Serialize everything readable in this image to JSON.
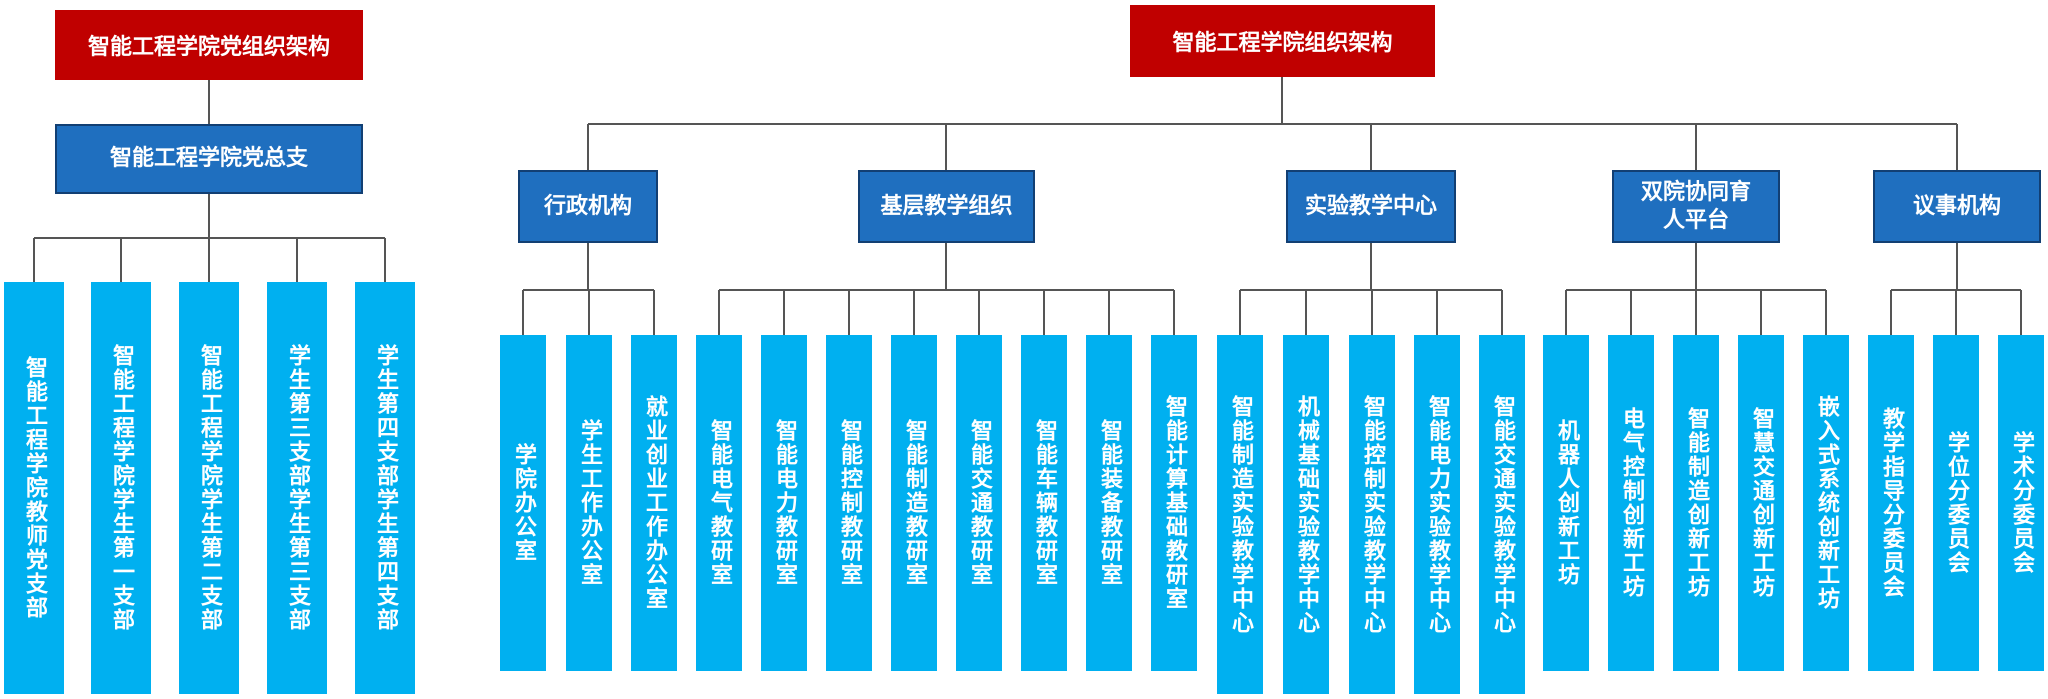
{
  "party": {
    "title": "智能工程学院党组织架构",
    "branch": "智能工程学院党总支",
    "units": [
      "智能工程学院教师党支部",
      "智能工程学院学生第一支部",
      "智能工程学院学生第二支部",
      "学生第三支部学生第三支部",
      "学生第四支部学生第四支部"
    ]
  },
  "org": {
    "title": "智能工程学院组织架构",
    "groups": [
      {
        "label": "行政机构",
        "children": [
          "学院办公室",
          "学生工作办公室",
          "就业创业工作办公室"
        ]
      },
      {
        "label": "基层教学组织",
        "children": [
          "智能电气教研室",
          "智能电力教研室",
          "智能控制教研室",
          "智能制造教研室",
          "智能交通教研室",
          "智能车辆教研室",
          "智能装备教研室",
          "智能计算基础教研室"
        ]
      },
      {
        "label": "实验教学中心",
        "children": [
          "智能制造实验教学中心",
          "机械基础实验教学中心",
          "智能控制实验教学中心",
          "智能电力实验教学中心",
          "智能交通实验教学中心"
        ]
      },
      {
        "label": "双院协同育人平台",
        "children": [
          "机器人创新工坊",
          "电气控制创新工坊",
          "智能制造创新工坊",
          "智慧交通创新工坊",
          "嵌入式系统创新工坊"
        ]
      },
      {
        "label": "议事机构",
        "children": [
          "教学指导分委员会",
          "学位分委员会",
          "学术分委员会"
        ]
      }
    ]
  },
  "colors": {
    "title_red": "#c00000",
    "group_blue": "#1f6fbf",
    "leaf_cyan": "#00b0f0",
    "line": "#555555"
  }
}
